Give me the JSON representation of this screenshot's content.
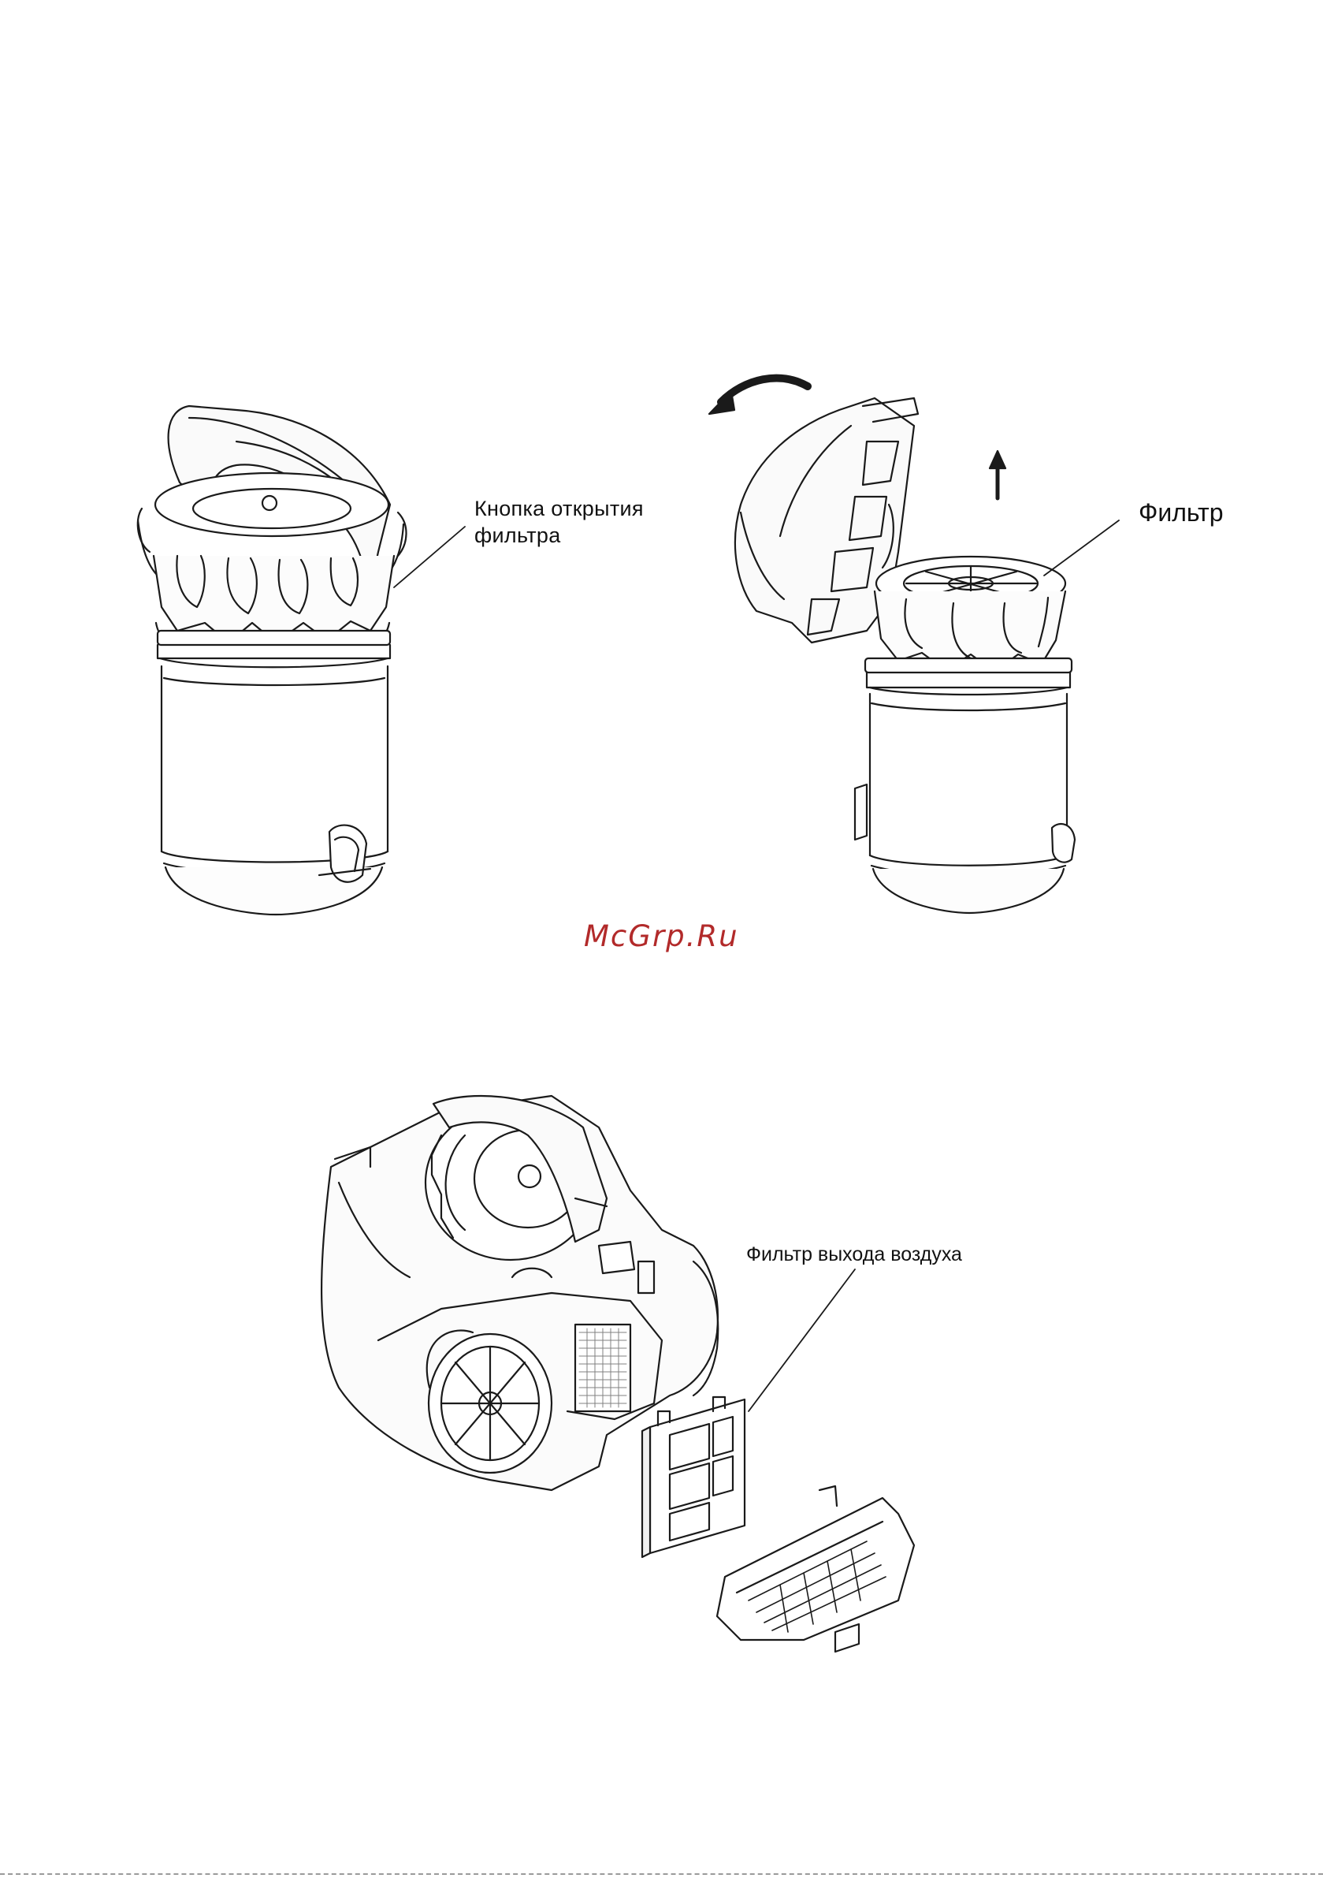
{
  "labels": {
    "filter_button_line1": "Кнопка открытия",
    "filter_button_line2": "фильтра",
    "filter": "Фильтр",
    "air_outlet_filter": "Фильтр выхода воздуха"
  },
  "watermark": "McGrp.Ru",
  "colors": {
    "line": "#1a1a1a",
    "watermark": "#b22a2a",
    "background": "#ffffff"
  },
  "figures": [
    {
      "name": "dust-container-closed",
      "arrows": []
    },
    {
      "name": "dust-container-lid-open",
      "arrows": [
        "rotate-arrow-icon",
        "up-arrow-icon"
      ]
    },
    {
      "name": "vacuum-outlet-filter-removal",
      "arrows": []
    }
  ]
}
